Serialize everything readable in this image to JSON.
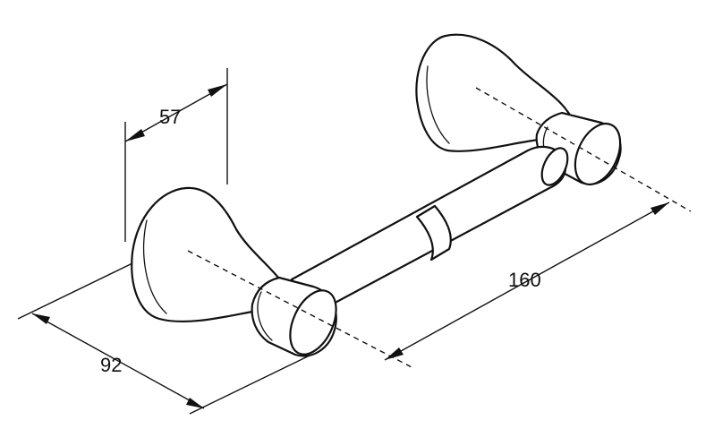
{
  "dimensions": {
    "depth_label": "57",
    "height_label": "92",
    "length_label": "160"
  },
  "colors": {
    "line": "#111111",
    "background": "#ffffff"
  }
}
